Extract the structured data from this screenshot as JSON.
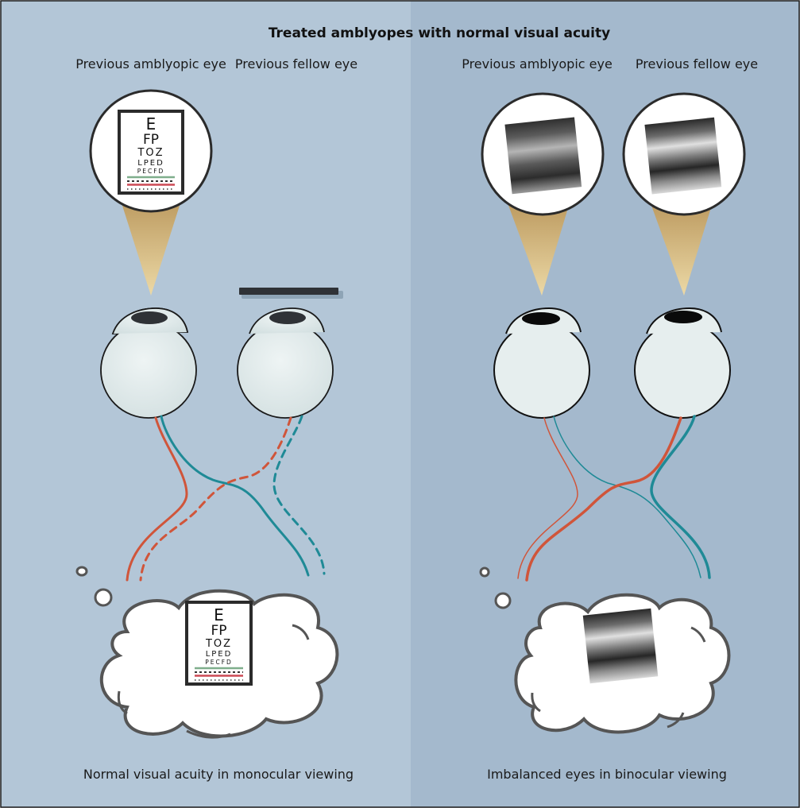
{
  "title": "Treated amblyopes with normal visual acuity",
  "colors": {
    "left_panel_bg": "#b3c6d7",
    "right_panel_bg": "#a4b9cd",
    "nerve_amblyopic": "#d0553a",
    "nerve_fellow": "#1f8a96",
    "cone": "#c9aa66",
    "eye_fill": "#dfeaea",
    "occluder": "#2f3236"
  },
  "left_panel": {
    "label_amblyopic_eye": "Previous amblyopic eye",
    "label_fellow_eye": "Previous fellow eye",
    "caption": "Normal visual acuity in monocular viewing",
    "fellow_eye_state": "occluded",
    "percept": "eye-chart"
  },
  "right_panel": {
    "label_amblyopic_eye": "Previous amblyopic eye",
    "label_fellow_eye": "Previous fellow eye",
    "caption": "Imbalanced eyes in binocular viewing",
    "percept": "sinusoidal-grating"
  },
  "eye_chart": {
    "rows": [
      "E",
      "FP",
      "TOZ",
      "LPED",
      "PECFD"
    ]
  },
  "icons": {
    "eye": "eyeball-icon",
    "cloud": "thought-cloud-icon",
    "occluder": "occluder-bar-icon",
    "grating": "grating-stimulus-icon",
    "chart": "eye-chart-icon"
  }
}
